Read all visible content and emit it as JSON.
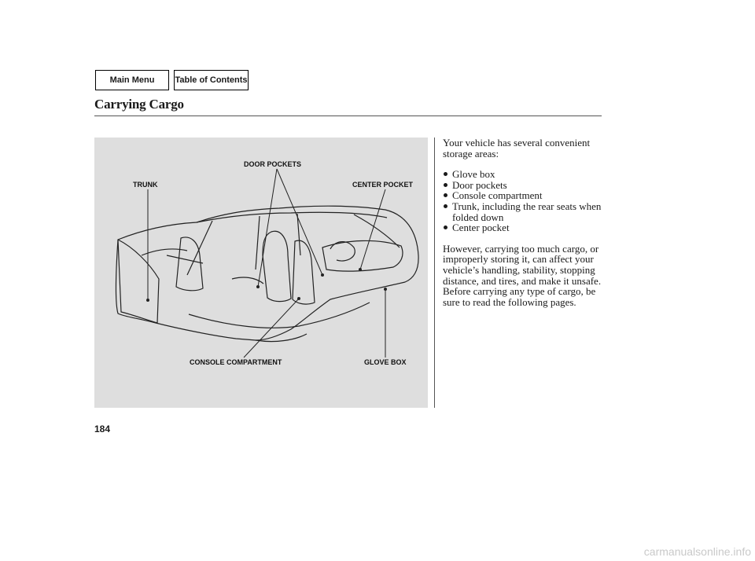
{
  "nav": {
    "main_menu": "Main Menu",
    "table_of_contents": "Table of Contents"
  },
  "page": {
    "title": "Carrying Cargo",
    "number": "184"
  },
  "figure": {
    "callouts": {
      "door_pockets": "DOOR POCKETS",
      "trunk": "TRUNK",
      "center_pocket": "CENTER POCKET",
      "console_compartment": "CONSOLE COMPARTMENT",
      "glove_box": "GLOVE BOX"
    }
  },
  "content": {
    "intro": "Your vehicle has several convenient storage areas:",
    "bullets": [
      "Glove box",
      "Door pockets",
      "Console compartment",
      "Trunk, including the rear seats when folded down",
      "Center pocket"
    ],
    "warning": "However, carrying too much cargo, or improperly storing it, can affect your vehicle’s handling, stability, stopping distance, and tires, and make it unsafe. Before carrying any type of cargo, be sure to read the following pages."
  },
  "watermark": "carmanualsonline.info"
}
